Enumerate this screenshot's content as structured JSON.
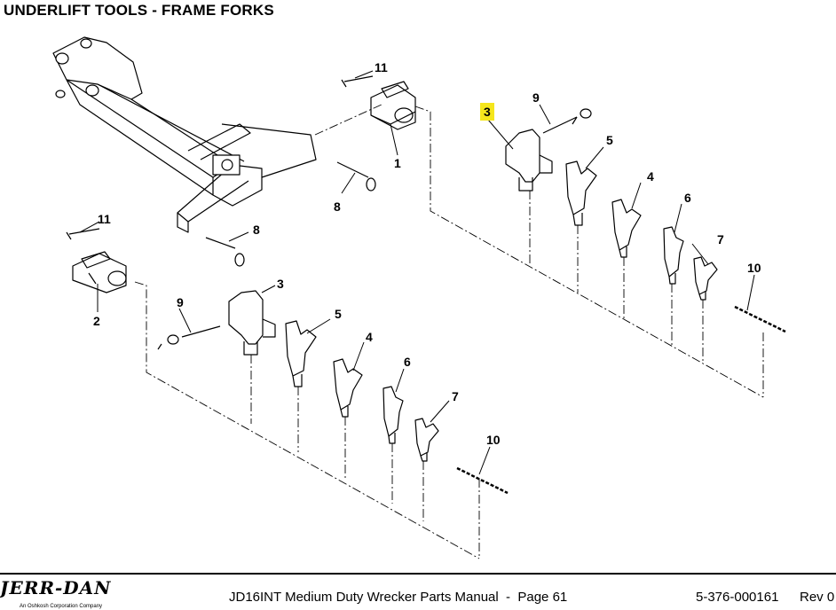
{
  "header": {
    "title": "UNDERLIFT TOOLS - FRAME FORKS"
  },
  "callouts": {
    "n1": "1",
    "n2": "2",
    "n3_highlight": "3",
    "n3": "3",
    "n4_top": "4",
    "n4_bottom": "4",
    "n5_top": "5",
    "n5_bottom": "5",
    "n6_top": "6",
    "n6_bottom": "6",
    "n7_top": "7",
    "n7_bottom": "7",
    "n8_top": "8",
    "n8_left": "8",
    "n9_top": "9",
    "n9_bottom": "9",
    "n10_top": "10",
    "n10_bottom": "10",
    "n11_top": "11",
    "n11_left": "11"
  },
  "highlight_color": "#f5e61c",
  "footer": {
    "brand": "JERR-DAN",
    "tagline": "An Oshkosh Corporation Company",
    "manual": "JD16INT Medium Duty Wrecker Parts Manual  -  Page 61",
    "doc_number": "5-376-000161",
    "revision": "Rev 0"
  }
}
